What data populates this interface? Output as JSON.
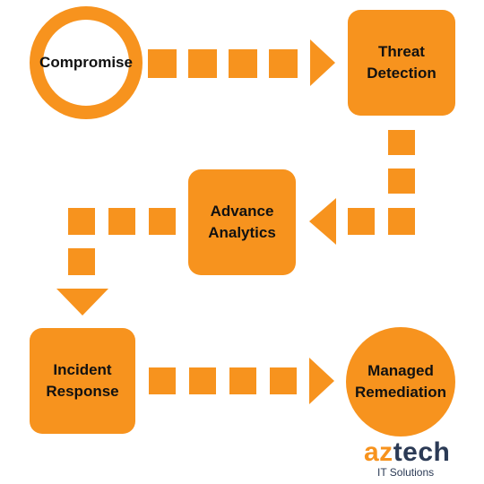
{
  "nodes": {
    "compromise": "Compromise",
    "threat_detection": "Threat Detection",
    "advance_analytics": "Advance Analytics",
    "incident_response": "Incident Response",
    "managed_remediation": "Managed Remediation"
  },
  "logo": {
    "part1": "az",
    "part2": "tech",
    "subtitle": "IT Solutions"
  },
  "colors": {
    "accent": "#f7931e",
    "logo_dark": "#2b3a55",
    "text": "#111111"
  }
}
